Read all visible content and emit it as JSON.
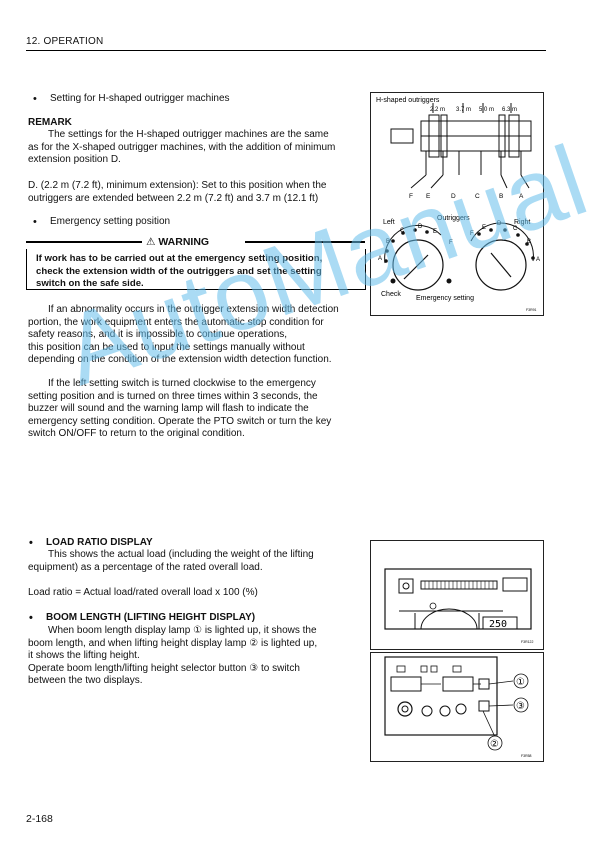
{
  "header": {
    "section": "12. OPERATION"
  },
  "left": {
    "bullet1": "Setting for H-shaped outrigger machines",
    "remark_title": "REMARK",
    "remark_lines": [
      "The settings for the H-shaped outrigger machines are the same",
      "as for the X-shaped outrigger machines, with the addition of minimum",
      "extension position D."
    ],
    "d_lines": [
      "D. (2.2 m (7.2 ft), minimum extension): Set to this position when the",
      "outriggers are extended between 2.2 m (7.2 ft) and 3.7 m (12.1 ft)"
    ],
    "bullet2": "Emergency setting position",
    "warning_label": "⚠ WARNING",
    "warning_lines": [
      "If work has to be carried out at the emergency setting position,",
      "check the extension width of the outriggers and set the setting",
      "switch on the safe side."
    ],
    "para1_lines": [
      "If an abnormality occurs in the outrigger extension width detection",
      "portion, the work equipment enters the automatic stop condition for",
      "safety reasons, and it is impossible to continue operations,",
      "this position can be used to input the settings manually without",
      "depending on the condition of the extension width detection function."
    ],
    "para2_lines": [
      "If the left setting switch is turned clockwise to the emergency",
      "setting position and is turned on three times within 3 seconds, the",
      "buzzer will sound and the warning lamp will flash to indicate the",
      "emergency setting condition. Operate the PTO switch or turn the key",
      "switch ON/OFF to return to the original condition."
    ],
    "load_title": "LOAD RATIO DISPLAY",
    "load_lines": [
      "This shows the actual load (including the weight of the lifting",
      "equipment) as a percentage of the rated overall load."
    ],
    "load_formula": "Load ratio = Actual load/rated overall load x 100 (%)",
    "boom_title": "BOOM LENGTH (LIFTING HEIGHT DISPLAY)",
    "boom_lines": [
      "When boom length display lamp ① is lighted up, it shows the",
      "boom length, and when lifting height display lamp ② is lighted up,",
      "it shows the lifting height.",
      "Operate boom length/lifting height selector button ③ to switch",
      "between the two displays."
    ]
  },
  "fig1": {
    "title": "H-shaped outriggers",
    "dims": [
      "2.2 m",
      "3.7 m",
      "5.0 m",
      "6.3 m"
    ],
    "positions": [
      "F",
      "E",
      "D",
      "C",
      "B",
      "A"
    ],
    "left_label": "Left",
    "center_label": "Outriggers",
    "right_label": "Right",
    "left_dial": [
      "B",
      "C",
      "D",
      "E",
      "F",
      "A"
    ],
    "right_dial": [
      "F",
      "E",
      "D",
      "C",
      "B",
      "A"
    ],
    "check_label": "Check",
    "emergency_label": "Emergency setting",
    "code": "F3R91"
  },
  "fig2": {
    "display_text": "250",
    "code": "F3R122"
  },
  "fig3": {
    "callouts": [
      "①",
      "③",
      "②"
    ],
    "code": "F3R58"
  },
  "watermark": "AutoManual",
  "page": "2-168"
}
